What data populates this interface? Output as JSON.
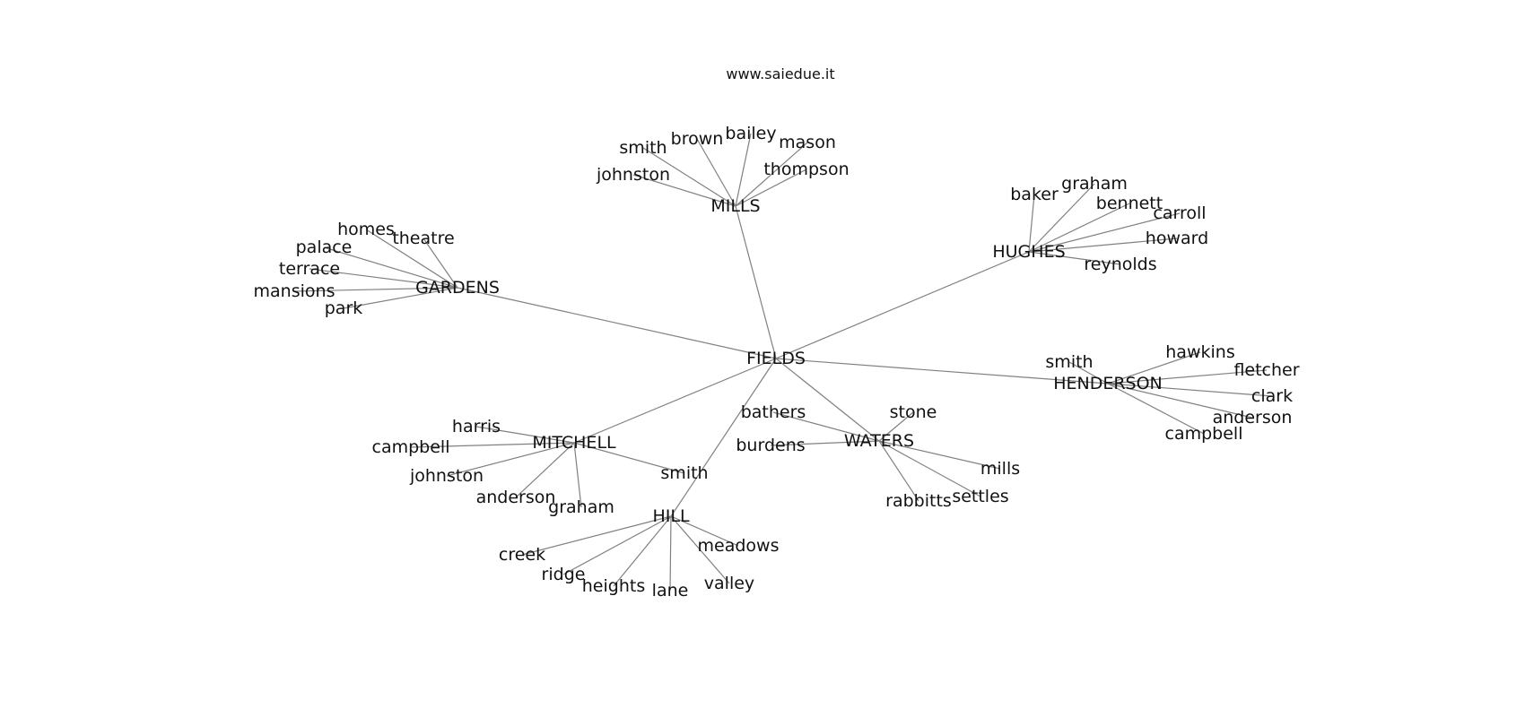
{
  "site_label": "www.saiedue.it",
  "root": "FIELDS",
  "hubs": [
    {
      "name": "MILLS",
      "leaves": [
        "smith",
        "brown",
        "bailey",
        "mason",
        "johnston",
        "thompson"
      ]
    },
    {
      "name": "HUGHES",
      "leaves": [
        "baker",
        "graham",
        "bennett",
        "carroll",
        "howard",
        "reynolds"
      ]
    },
    {
      "name": "GARDENS",
      "leaves": [
        "homes",
        "theatre",
        "palace",
        "terrace",
        "mansions",
        "park"
      ]
    },
    {
      "name": "HENDERSON",
      "leaves": [
        "smith",
        "hawkins",
        "fletcher",
        "clark",
        "anderson",
        "campbell"
      ]
    },
    {
      "name": "MITCHELL",
      "leaves": [
        "harris",
        "campbell",
        "johnston",
        "anderson",
        "graham",
        "smith"
      ]
    },
    {
      "name": "WATERS",
      "leaves": [
        "bathers",
        "stone",
        "burdens",
        "mills",
        "rabbitts",
        "settles"
      ]
    },
    {
      "name": "HILL",
      "leaves": [
        "creek",
        "ridge",
        "heights",
        "lane",
        "valley",
        "meadows"
      ]
    }
  ]
}
